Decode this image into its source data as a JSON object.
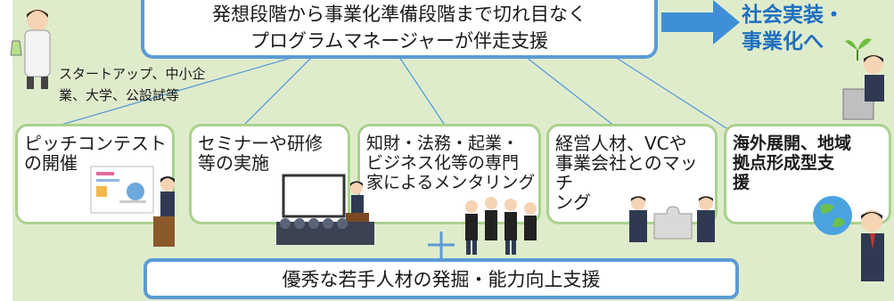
{
  "support_box": {
    "line1": "発想段階から事業化準備段階まで切れ目なく",
    "line2": "プログラムマネージャーが伴走支援"
  },
  "goal": {
    "line1": "社会実装・",
    "line2": "事業化へ"
  },
  "subjects": {
    "line1": "スタートアップ、中小企",
    "line2": "業、大学、公設試等"
  },
  "programs": [
    {
      "lines": [
        "ピッチコンテスト",
        "の開催"
      ]
    },
    {
      "lines": [
        "セミナーや研修",
        "等の実施"
      ]
    },
    {
      "lines": [
        "知財・法務・起業・",
        "ビジネス化等の専門",
        "家によるメンタリング"
      ]
    },
    {
      "lines": [
        "経営人材、VCや",
        "事業会社とのマッチ",
        "ング"
      ]
    },
    {
      "lines": [
        "海外展開、地域",
        "拠点形成型支",
        "援"
      ]
    }
  ],
  "talent_box": {
    "label": "優秀な若手人材の発掘・能力向上支援"
  },
  "colors": {
    "background": "#dfeccc",
    "box_border": "#5b9bd5",
    "card_border": "#a9d18e",
    "goal_text": "#1f6fc0",
    "arrow": "#3f8fd6"
  }
}
